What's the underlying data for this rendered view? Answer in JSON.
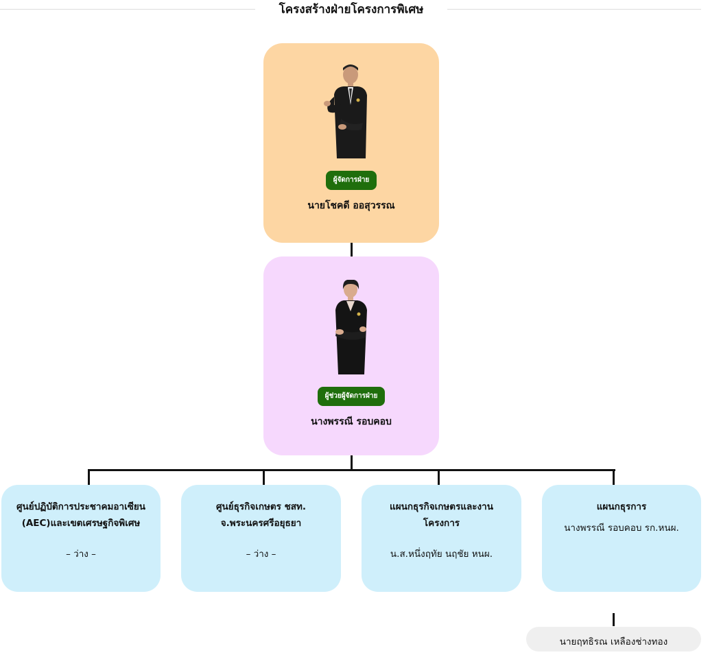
{
  "page": {
    "title": "โครงสร้างฝ่ายโครงการพิเศษ"
  },
  "manager": {
    "role": "ผู้จัดการฝ่าย",
    "name": "นายโชคดี ออสุวรรณ"
  },
  "assistant": {
    "role": "ผู้ช่วยผู้จัดการฝ่าย",
    "name": "นางพรรณี รอบคอบ"
  },
  "units": [
    {
      "name_line1": "ศูนย์ปฏิบัติการประชาคมอาเซียน",
      "name_line2": "(AEC)และเขตเศรษฐกิจพิเศษ",
      "person": "– ว่าง –"
    },
    {
      "name_line1": "ศูนย์ธุรกิจเกษตร ชสท.",
      "name_line2": "จ.พระนครศรีอยุธยา",
      "person": "– ว่าง –"
    },
    {
      "name_line1": "แผนกธุรกิจเกษตรและงาน",
      "name_line2": "โครงการ",
      "person": "น.ส.หนึ่งฤทัย นฤชัย หนผ."
    },
    {
      "name_line1": "แผนกธุรการ",
      "name_line2": "",
      "person": "นางพรรณี รอบคอบ รก.หนผ."
    }
  ],
  "sub_staff": {
    "name": "นายฤทธิรณ เหลืองช่างทอง"
  },
  "colors": {
    "manager_card": "#fdd6a3",
    "assistant_card": "#f6d8fd",
    "unit_card": "#cfeffb",
    "badge": "#1f6e0c",
    "sub_pill": "#efefef"
  },
  "icons": {
    "manager_photo": "person-photo-icon",
    "assistant_photo": "person-photo-icon"
  }
}
